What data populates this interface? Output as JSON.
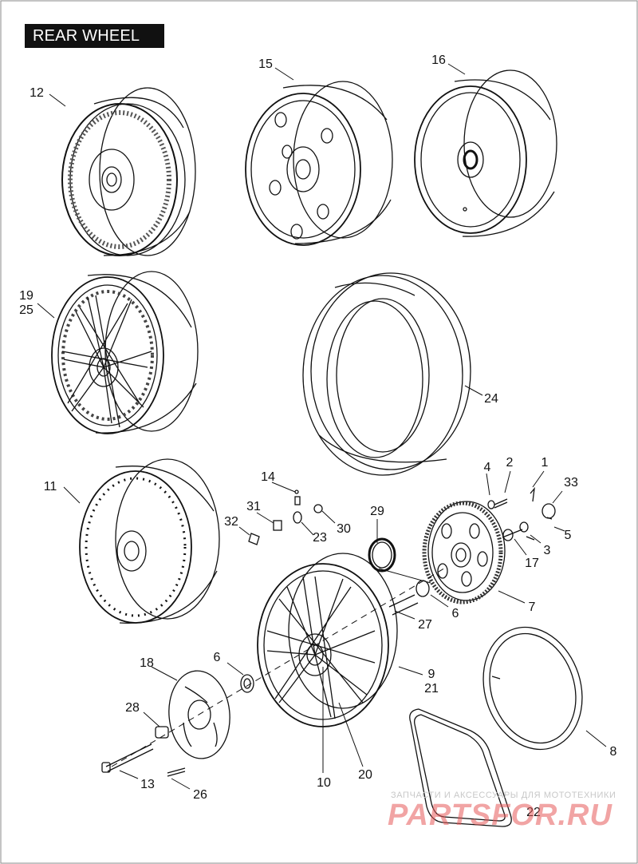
{
  "title": "REAR WHEEL",
  "callouts": {
    "c1": "1",
    "c2": "2",
    "c3": "3",
    "c4": "4",
    "c5": "5",
    "c6a": "6",
    "c6b": "6",
    "c7": "7",
    "c8": "8",
    "c9": "9",
    "c10": "10",
    "c11": "11",
    "c12": "12",
    "c13": "13",
    "c14": "14",
    "c15": "15",
    "c16": "16",
    "c17": "17",
    "c18": "18",
    "c19": "19",
    "c20": "20",
    "c21": "21",
    "c22": "22",
    "c23": "23",
    "c24": "24",
    "c25": "25",
    "c26": "26",
    "c27": "27",
    "c28": "28",
    "c29": "29",
    "c30": "30",
    "c31": "31",
    "c32": "32",
    "c33": "33"
  },
  "watermark": {
    "caption": "ЗАПЧАСТИ И АКСЕССУАРЫ ДЛЯ МОТОТЕХНИКИ",
    "brand": "PARTSFOR.RU"
  },
  "colors": {
    "line": "#111111",
    "title_bg": "#111111",
    "title_fg": "#ffffff"
  }
}
